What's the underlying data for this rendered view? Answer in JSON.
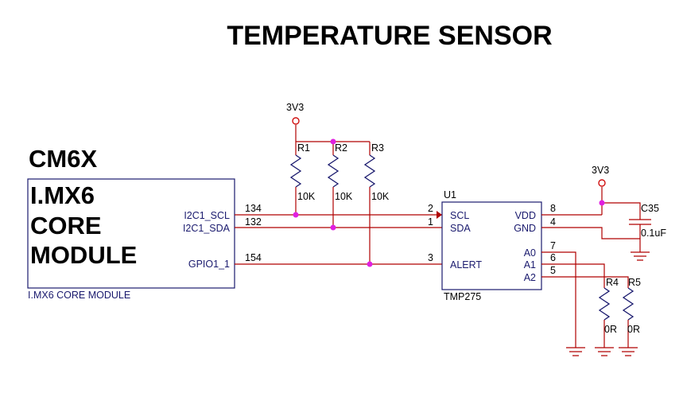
{
  "title": "TEMPERATURE SENSOR",
  "module": {
    "heading": "CM6X",
    "lines": [
      "I.MX6",
      "CORE",
      "MODULE"
    ],
    "caption": "I.MX6 CORE MODULE",
    "pins": [
      {
        "name": "I2C1_SCL",
        "number": "134"
      },
      {
        "name": "I2C1_SDA",
        "number": "132"
      },
      {
        "name": "GPIO1_1",
        "number": "154"
      }
    ]
  },
  "power": [
    {
      "label": "3V3"
    },
    {
      "label": "3V3"
    }
  ],
  "resistors": [
    {
      "ref": "R1",
      "value": "10K"
    },
    {
      "ref": "R2",
      "value": "10K"
    },
    {
      "ref": "R3",
      "value": "10K"
    },
    {
      "ref": "R4",
      "value": "0R"
    },
    {
      "ref": "R5",
      "value": "0R"
    }
  ],
  "capacitor": {
    "ref": "C35",
    "value": "0.1uF"
  },
  "ic": {
    "ref": "U1",
    "part": "TMP275",
    "left_pins": [
      {
        "name": "SCL",
        "number": "2"
      },
      {
        "name": "SDA",
        "number": "1"
      },
      {
        "name": "ALERT",
        "number": "3"
      }
    ],
    "right_pins": [
      {
        "name": "VDD",
        "number": "8"
      },
      {
        "name": "GND",
        "number": "4"
      },
      {
        "name": "A0",
        "number": "7"
      },
      {
        "name": "A1",
        "number": "6"
      },
      {
        "name": "A2",
        "number": "5"
      }
    ]
  }
}
